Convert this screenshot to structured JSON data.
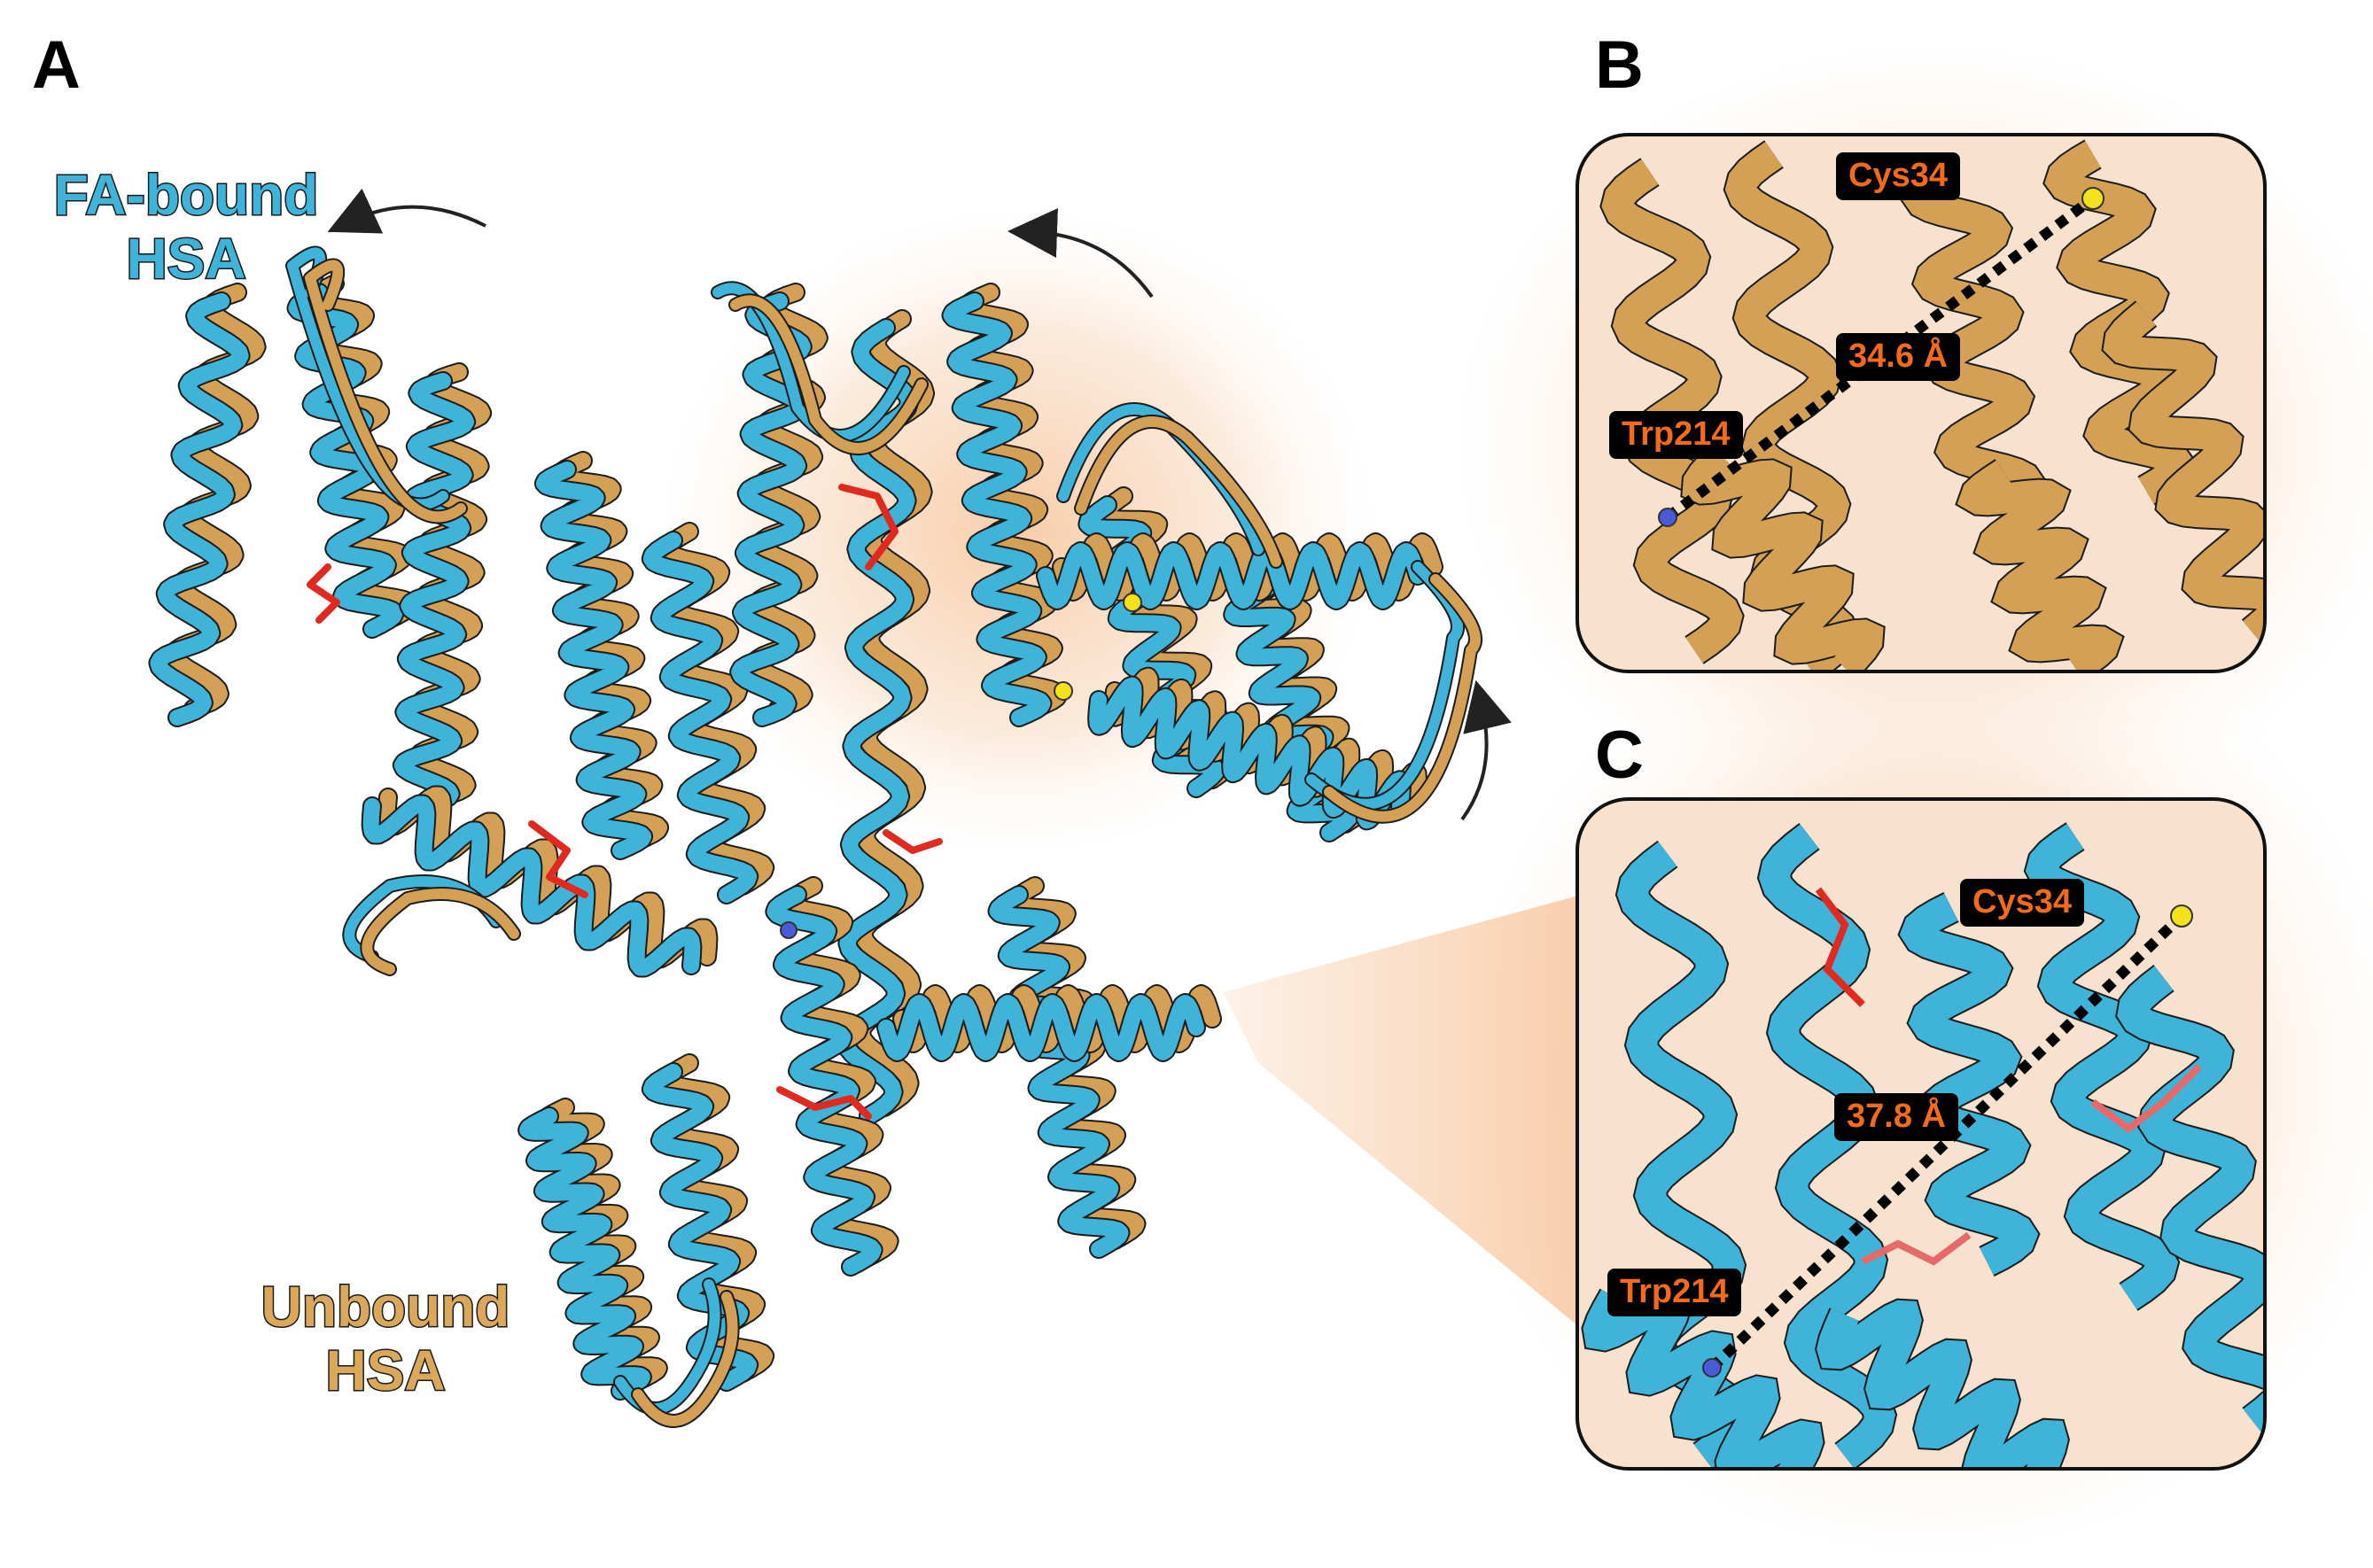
{
  "panels": {
    "a": {
      "letter": "A"
    },
    "b": {
      "letter": "B",
      "top_residue": "Cys34",
      "bottom_residue": "Trp214",
      "distance": "34.6 Å"
    },
    "c": {
      "letter": "C",
      "top_residue": "Cys34",
      "bottom_residue": "Trp214",
      "distance": "37.8 Å"
    }
  },
  "labels": {
    "fa_bound_line1": "FA-bound",
    "fa_bound_line2": "HSA",
    "unbound_line1": "Unbound",
    "unbound_line2": "HSA"
  },
  "colors": {
    "fa_bound": "#3fb3d8",
    "unbound": "#d4a055",
    "fatty_acid": "#e02a1f",
    "sulfur": "#f3e21b",
    "tag_text": "#f26a1b",
    "glow": "#f7c9a4"
  }
}
